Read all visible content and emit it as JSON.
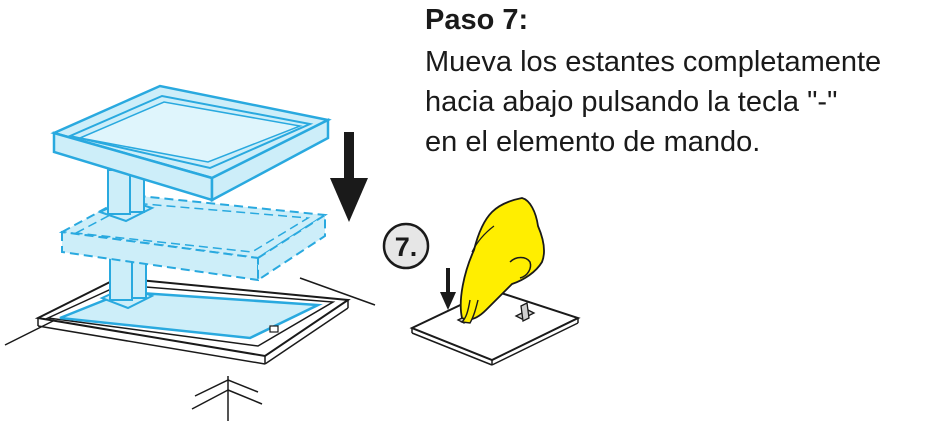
{
  "instruction": {
    "title": "Paso 7:",
    "lines": [
      "Mueva los estantes completamente",
      "hacia abajo pulsando la tecla \"-\"",
      "en el elemento de mando."
    ]
  },
  "badge": {
    "label": "7."
  },
  "colors": {
    "shelf_fill": "#cdeef9",
    "shelf_stroke": "#29a9df",
    "finger_fill": "#ffee00",
    "line": "#1a1a1a",
    "badge_fill": "#e6e6e6"
  }
}
